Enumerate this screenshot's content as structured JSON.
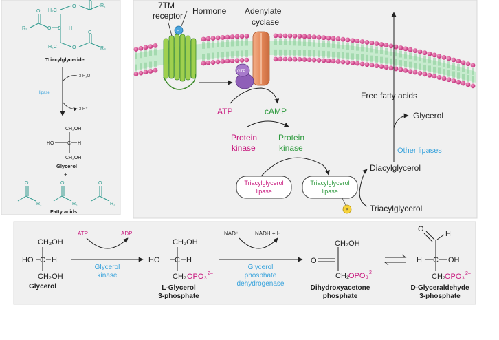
{
  "left_panel": {
    "triacylglyceride": "Triacylglyceride",
    "lipase": "lipase",
    "water": "3 H₂O",
    "protons": "3 H⁺",
    "glycerol": "Glycerol",
    "plus": "+",
    "fatty_acids": "Fatty acids",
    "ch2oh": "CH₂OH",
    "ho": "HO",
    "c": "C",
    "h": "H",
    "o": "O",
    "minus": "–",
    "h2c": "H₂C",
    "r1": "R₁",
    "r2": "R₂",
    "r3": "R₃"
  },
  "right_panel": {
    "receptor": [
      "7TM",
      "receptor"
    ],
    "hormone": "Hormone",
    "adenylate_cyclase": [
      "Adenylate",
      "cyclase"
    ],
    "gtp": "GTP",
    "atp": "ATP",
    "camp": "cAMP",
    "protein_kinase_inactive": [
      "Protein",
      "kinase"
    ],
    "protein_kinase_active": [
      "Protein",
      "kinase"
    ],
    "lipase_inactive": [
      "Triacylglycerol",
      "lipase"
    ],
    "lipase_active": [
      "Triacylglycerol",
      "lipase"
    ],
    "phosphate": "P",
    "free_fatty_acids": "Free fatty acids",
    "glycerol": "Glycerol",
    "other_lipases": "Other lipases",
    "diacylglycerol": "Diacylglycerol",
    "triacylglycerol": "Triacylglycerol"
  },
  "bottom_panel": {
    "ch2oh": "CH₂OH",
    "ho": "HO",
    "c": "C",
    "h": "H",
    "oh": "OH",
    "o": "O",
    "ch2": "CH₂",
    "opo3": "OPO₃",
    "charge": "2–",
    "glycerol": "Glycerol",
    "atp": "ATP",
    "adp": "ADP",
    "glycerol_kinase": [
      "Glycerol",
      "kinase"
    ],
    "l_glycerol_3p": [
      "L-Glycerol",
      "3-phosphate"
    ],
    "nad": "NAD⁺",
    "nadh": "NADH  +  H⁺",
    "gpdh": [
      "Glycerol",
      "phosphate",
      "dehydrogenase"
    ],
    "dhap": [
      "Dihydroxyacetone",
      "phosphate"
    ],
    "d_g3p": [
      "D-Glyceraldehyde",
      "3-phosphate"
    ]
  },
  "colors": {
    "magenta": "#c8177d",
    "green": "#2e9a3e",
    "blue": "#39a3dc",
    "teal": "#2f9a8e",
    "head": "#d63f8c",
    "tail": "#9bd6a6",
    "panel_bg": "#f0f0f0",
    "cyclase": "#e58a5b"
  }
}
